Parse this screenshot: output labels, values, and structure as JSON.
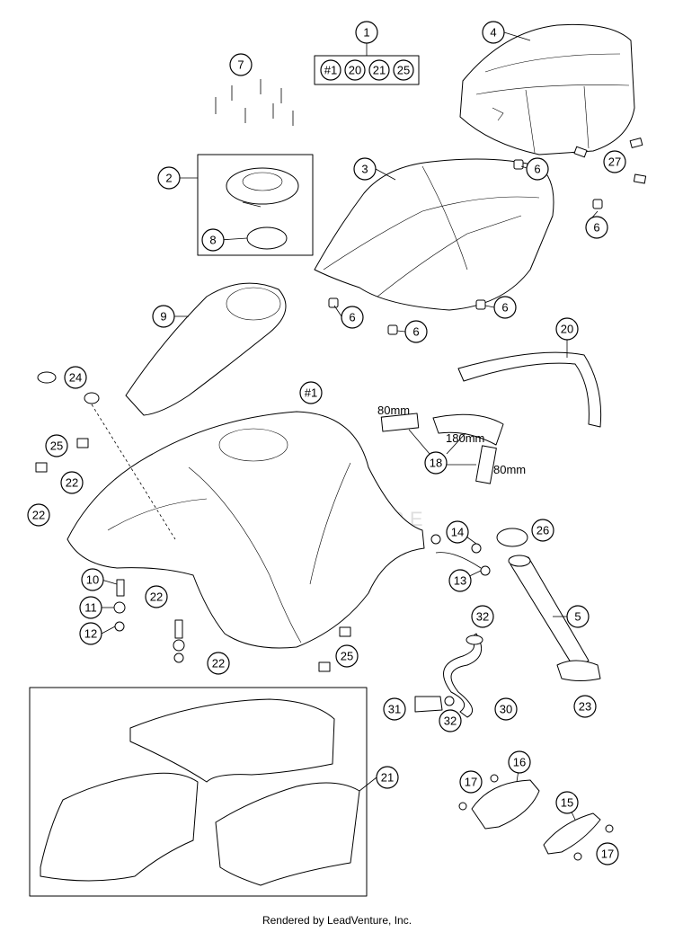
{
  "callouts": [
    {
      "id": "c1",
      "label": "1"
    },
    {
      "id": "c2",
      "label": "2"
    },
    {
      "id": "c3",
      "label": "3"
    },
    {
      "id": "c4",
      "label": "4"
    },
    {
      "id": "c5",
      "label": "5"
    },
    {
      "id": "c6a",
      "label": "6"
    },
    {
      "id": "c6b",
      "label": "6"
    },
    {
      "id": "c6c",
      "label": "6"
    },
    {
      "id": "c6d",
      "label": "6"
    },
    {
      "id": "c6e",
      "label": "6"
    },
    {
      "id": "c7",
      "label": "7"
    },
    {
      "id": "c8",
      "label": "8"
    },
    {
      "id": "c9",
      "label": "9"
    },
    {
      "id": "c10",
      "label": "10"
    },
    {
      "id": "c11",
      "label": "11"
    },
    {
      "id": "c12",
      "label": "12"
    },
    {
      "id": "c13",
      "label": "13"
    },
    {
      "id": "c14",
      "label": "14"
    },
    {
      "id": "c15",
      "label": "15"
    },
    {
      "id": "c16",
      "label": "16"
    },
    {
      "id": "c17a",
      "label": "17"
    },
    {
      "id": "c17b",
      "label": "17"
    },
    {
      "id": "c18",
      "label": "18"
    },
    {
      "id": "c20",
      "label": "20"
    },
    {
      "id": "c21",
      "label": "21"
    },
    {
      "id": "c22a",
      "label": "22"
    },
    {
      "id": "c22b",
      "label": "22"
    },
    {
      "id": "c22c",
      "label": "22"
    },
    {
      "id": "c22d",
      "label": "22"
    },
    {
      "id": "c23",
      "label": "23"
    },
    {
      "id": "c24",
      "label": "24"
    },
    {
      "id": "c25a",
      "label": "25"
    },
    {
      "id": "c25b",
      "label": "25"
    },
    {
      "id": "c26",
      "label": "26"
    },
    {
      "id": "c27",
      "label": "27"
    },
    {
      "id": "c30",
      "label": "30"
    },
    {
      "id": "c31",
      "label": "31"
    },
    {
      "id": "c32a",
      "label": "32"
    },
    {
      "id": "c32b",
      "label": "32"
    },
    {
      "id": "c1tank",
      "label": "#1"
    }
  ],
  "kit_group": [
    "#1",
    "20",
    "21",
    "25"
  ],
  "dimensions": [
    "80mm",
    "180mm",
    "80mm"
  ],
  "watermark": "LEADVENTURE",
  "footer": "Rendered by LeadVenture, Inc."
}
